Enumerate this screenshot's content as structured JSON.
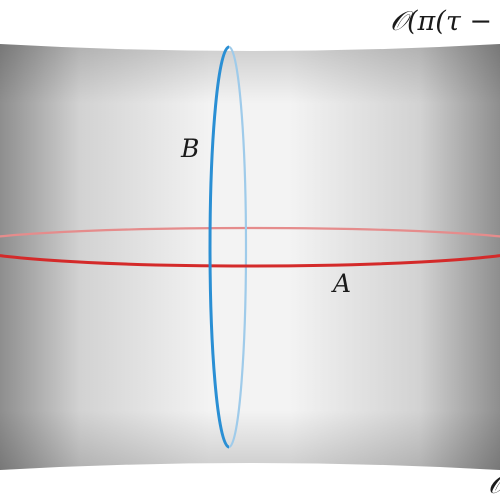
{
  "labels": {
    "cycle_a": "A",
    "cycle_b": "B",
    "operator_top": "𝒪(π(τ −",
    "operator_bottom": "𝒪"
  },
  "colors": {
    "cycle_a": "#d42a2a",
    "cycle_a_back": "#e58c8c",
    "cycle_b": "#2a8fd4",
    "cycle_b_back": "#9fcbea",
    "surface_dark": "#9a9a9a",
    "surface_light": "#f4f4f4",
    "text": "#1a1a1a"
  }
}
